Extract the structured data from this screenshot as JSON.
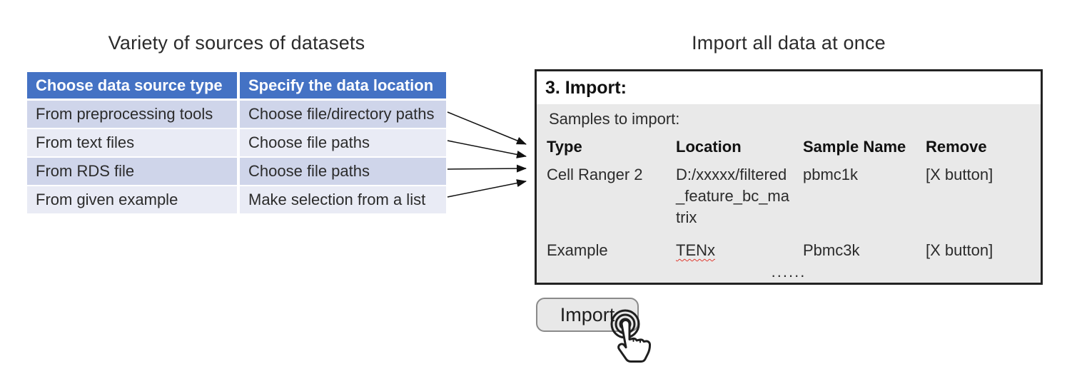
{
  "left": {
    "title": "Variety of sources of datasets",
    "table": {
      "headers": [
        "Choose data source type",
        "Specify the data location"
      ],
      "rows": [
        [
          "From preprocessing tools",
          "Choose file/directory paths"
        ],
        [
          "From text files",
          "Choose file paths"
        ],
        [
          "From RDS file",
          "Choose file paths"
        ],
        [
          "From given example",
          "Make selection from a list"
        ]
      ]
    }
  },
  "right": {
    "title": "Import all data at once",
    "panel": {
      "heading": "3. Import:",
      "subheading": "Samples to import:",
      "table": {
        "headers": [
          "Type",
          "Location",
          "Sample Name",
          "Remove"
        ],
        "rows": [
          [
            "Cell Ranger 2",
            "D:/xxxxx/filtered_feature_bc_matrix",
            "pbmc1k",
            "[X button]"
          ],
          [
            "Example",
            "TENx",
            "Pbmc3k",
            "[X button]"
          ]
        ],
        "more_indicator": "......"
      }
    },
    "import_button_label": "Import"
  },
  "icons": {
    "tap_icon": "tap-click-hand-icon",
    "arrow_icon": "right-arrow"
  },
  "colors": {
    "table_header_bg": "#4472C4",
    "table_row_dark": "#CFD5EA",
    "table_row_light": "#E9EBF5",
    "panel_border": "#232323",
    "panel_section_bg": "#E9E9E9",
    "button_bg": "#E8E8E8",
    "button_border": "#8A8A8A",
    "spellcheck_underline": "#E03C31",
    "text": "#262626"
  }
}
